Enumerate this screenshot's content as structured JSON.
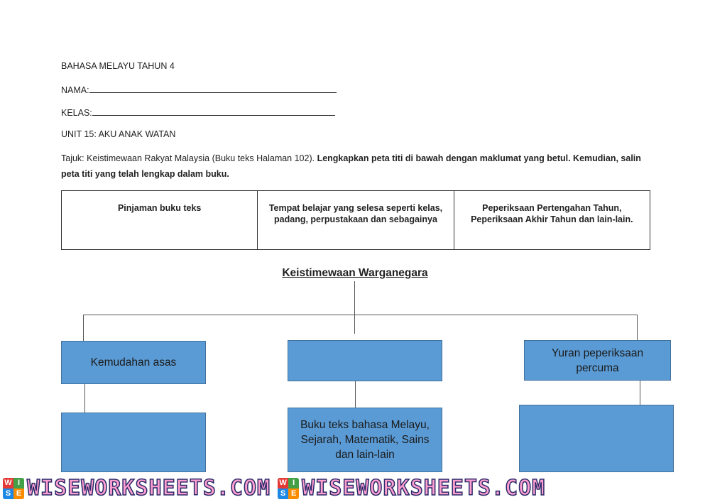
{
  "header": {
    "subject": "BAHASA MELAYU TAHUN 4",
    "name_label": "NAMA:",
    "class_label": "KELAS:",
    "unit": "UNIT 15: AKU ANAK WATAN"
  },
  "instructions": {
    "normal": "Tajuk: Keistimewaan Rakyat Malaysia (Buku teks Halaman 102). ",
    "bold": "Lengkapkan peta titi di bawah dengan maklumat yang betul. Kemudian, salin peta titi yang telah lengkap dalam buku."
  },
  "options": [
    "Pinjaman buku teks",
    "Tempat belajar yang selesa seperti kelas, padang, perpustakaan dan sebagainya",
    "Peperiksaan Pertengahan Tahun, Peperiksaan Akhir Tahun dan lain-lain."
  ],
  "map": {
    "title": "Keistimewaan Warganegara",
    "top_boxes": [
      "Kemudahan asas",
      "",
      "Yuran peperiksaan percuma"
    ],
    "bottom_boxes": [
      "",
      "Buku teks bahasa Melayu, Sejarah, Matematik, Sains dan lain-lain",
      ""
    ]
  },
  "footer": {
    "brand": "WISEWORKSHEETS.COM",
    "logo_letters": [
      "W",
      "I",
      "S",
      "E"
    ],
    "colors": [
      "#e53935",
      "#43a047",
      "#1e88e5",
      "#fb8c00"
    ]
  }
}
